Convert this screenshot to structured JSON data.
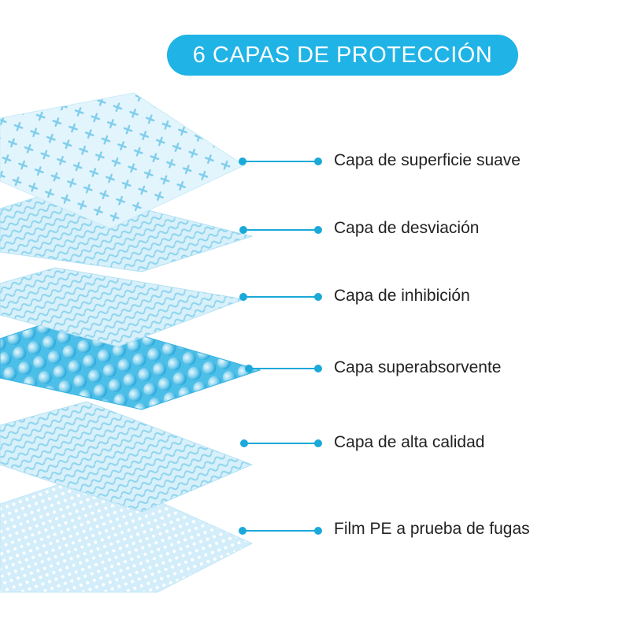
{
  "title": "6 CAPAS DE PROTECCIÓN",
  "colors": {
    "accent": "#1fb3e6",
    "line": "#1aa9d9",
    "layer_light": "#dff3fb",
    "layer_mid": "#a8ddf2",
    "layer_dark": "#4fc3ea"
  },
  "layers": [
    {
      "label": "Capa de superficie suave",
      "texture": "cross-pattern"
    },
    {
      "label": "Capa de desviación",
      "texture": "wavy-fibers"
    },
    {
      "label": "Capa de inhibición",
      "texture": "wavy-fibers"
    },
    {
      "label": "Capa superabsorvente",
      "texture": "beads"
    },
    {
      "label": "Capa de alta calidad",
      "texture": "wavy-fibers"
    },
    {
      "label": "Film PE a prueba de fugas",
      "texture": "dotted-film"
    }
  ]
}
